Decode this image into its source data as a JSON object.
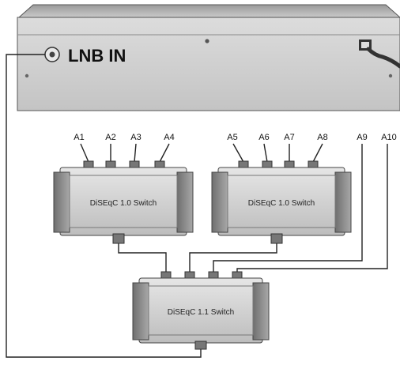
{
  "receiver": {
    "input_label": "LNB IN"
  },
  "switches": {
    "left": {
      "label": "DiSEqC 1.0 Switch",
      "ports": [
        "A1",
        "A2",
        "A3",
        "A4"
      ]
    },
    "right": {
      "label": "DiSEqC 1.0 Switch",
      "ports": [
        "A5",
        "A6",
        "A7",
        "A8"
      ]
    },
    "bottom": {
      "label": "DiSEqC 1.1 Switch"
    }
  },
  "direct_inputs": [
    "A9",
    "A10"
  ],
  "colors": {
    "receiver_body": "#d4d4d4",
    "receiver_top": "#b7b7b7",
    "switch_body": "#cfcfcf",
    "switch_side": "#8f8f8f",
    "cable": "#222222"
  }
}
